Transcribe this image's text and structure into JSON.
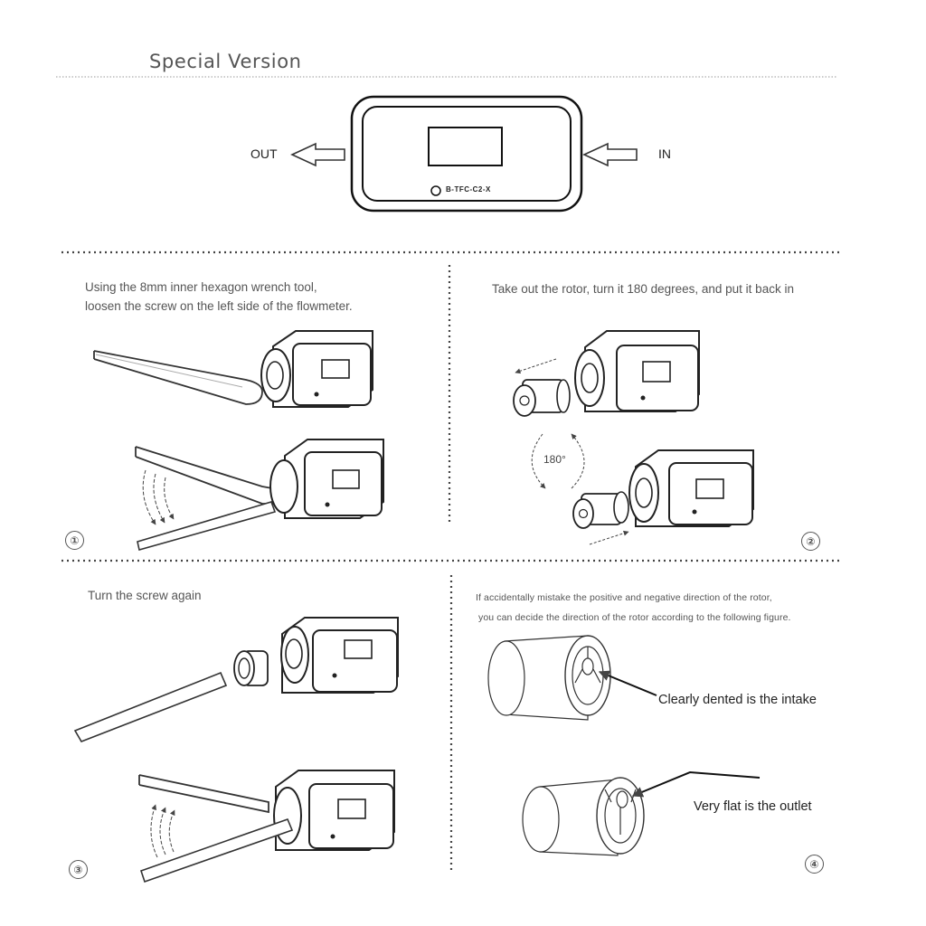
{
  "header": {
    "title": "Special Version"
  },
  "device": {
    "out_label": "OUT",
    "in_label": "IN",
    "brand_text": "B-TFC-C2-X"
  },
  "steps": [
    {
      "number": "①",
      "caption_line1": "Using the 8mm inner hexagon wrench tool,",
      "caption_line2": "loosen the screw on the left side of the flowmeter."
    },
    {
      "number": "②",
      "caption_line1": "Take out the rotor, turn it 180 degrees, and put it back in",
      "rotation_label": "180°"
    },
    {
      "number": "③",
      "caption_line1": "Turn the screw again"
    },
    {
      "number": "④",
      "caption_line1": "If accidentally mistake the positive and negative direction of the rotor,",
      "caption_line2": "you can decide the direction of the rotor according to the following figure.",
      "intake_label": "Clearly dented is the intake",
      "outlet_label": "Very flat is the outlet"
    }
  ]
}
